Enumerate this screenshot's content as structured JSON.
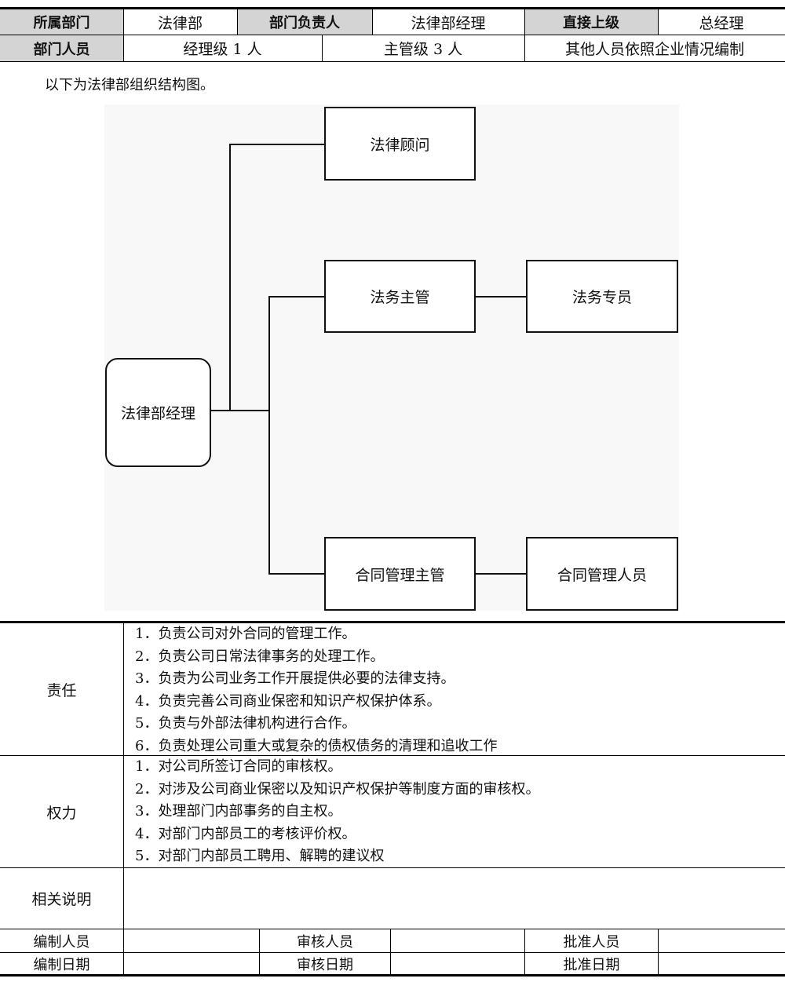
{
  "header_table": {
    "row1": {
      "dept_label": "所属部门",
      "dept_value": "法律部",
      "head_label": "部门负责人",
      "head_value": "法律部经理",
      "superior_label": "直接上级",
      "superior_value": "总经理"
    },
    "row2": {
      "staff_label": "部门人员",
      "manager_count": "经理级 1 人",
      "supervisor_count": "主管级 3 人",
      "others": "其他人员依照企业情况编制"
    }
  },
  "intro_text": "以下为法律部组织结构图。",
  "org_chart": {
    "root": "法律部经理",
    "branches": [
      {
        "node": "法律顾问",
        "children": []
      },
      {
        "node": "法务主管",
        "children": [
          "法务专员"
        ]
      },
      {
        "node": "合同管理主管",
        "children": [
          "合同管理人员"
        ]
      }
    ]
  },
  "responsibilities": {
    "label": "责任",
    "items": [
      "1．负责公司对外合同的管理工作。",
      "2．负责公司日常法律事务的处理工作。",
      "3．负责为公司业务工作开展提供必要的法律支持。",
      "4．负责完善公司商业保密和知识产权保护体系。",
      "5．负责与外部法律机构进行合作。",
      "6．负责处理公司重大或复杂的债权债务的清理和追收工作"
    ]
  },
  "powers": {
    "label": "权力",
    "items": [
      "1．对公司所签订合同的审核权。",
      "2．对涉及公司商业保密以及知识产权保护等制度方面的审核权。",
      "3．处理部门内部事务的自主权。",
      "4．对部门内部员工的考核评价权。",
      "5．对部门内部员工聘用、解聘的建议权"
    ]
  },
  "notes": {
    "label": "相关说明",
    "value": ""
  },
  "signoff": {
    "row1": [
      "编制人员",
      "审核人员",
      "批准人员"
    ],
    "row2": [
      "编制日期",
      "审核日期",
      "批准日期"
    ]
  }
}
